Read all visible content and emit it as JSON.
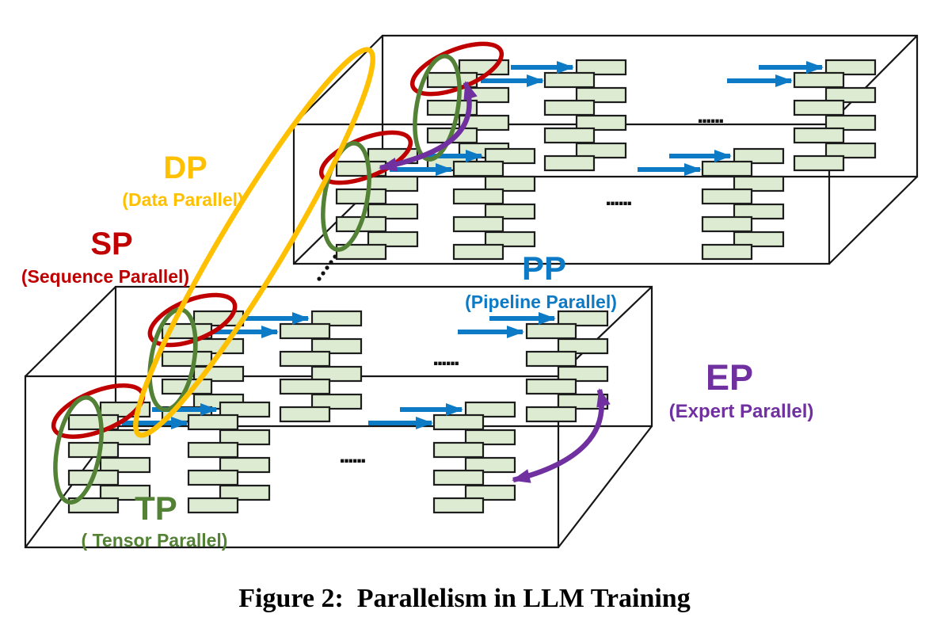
{
  "figure": {
    "caption": "Figure 2:  Parallelism in LLM Training",
    "parallelism_labels": {
      "dp": {
        "abbr": "DP",
        "name": "(Data Parallel)",
        "color": "#FFC000"
      },
      "sp": {
        "abbr": "SP",
        "name": "(Sequence Parallel)",
        "color": "#C00000"
      },
      "tp": {
        "abbr": "TP",
        "name": "( Tensor Parallel)",
        "color": "#538135"
      },
      "pp": {
        "abbr": "PP",
        "name": "(Pipeline Parallel)",
        "color": "#0D7AC6"
      },
      "ep": {
        "abbr": "EP",
        "name": "(Expert Parallel)",
        "color": "#7030A0"
      }
    },
    "ellipsis_dots": "......",
    "colors": {
      "gpu_fill": "#DCEBD1",
      "gpu_border": "#1D1D1D",
      "box_line": "#161616"
    }
  }
}
